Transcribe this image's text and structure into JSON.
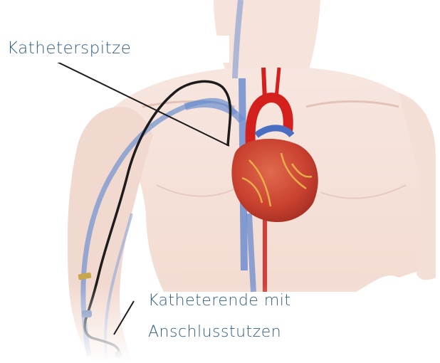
{
  "labels": {
    "catheter_tip": "Katheterspitze",
    "catheter_end_line1": "Katheterende mit",
    "catheter_end_line2": "Anschlusstutzen"
  },
  "colors": {
    "label_text": "#2f5f84",
    "skin": "#f1d5c8",
    "vein": "#6f8fc9",
    "artery": "#d3201c",
    "heart": "#cc4b3d",
    "catheter": "#1c1c1c"
  }
}
